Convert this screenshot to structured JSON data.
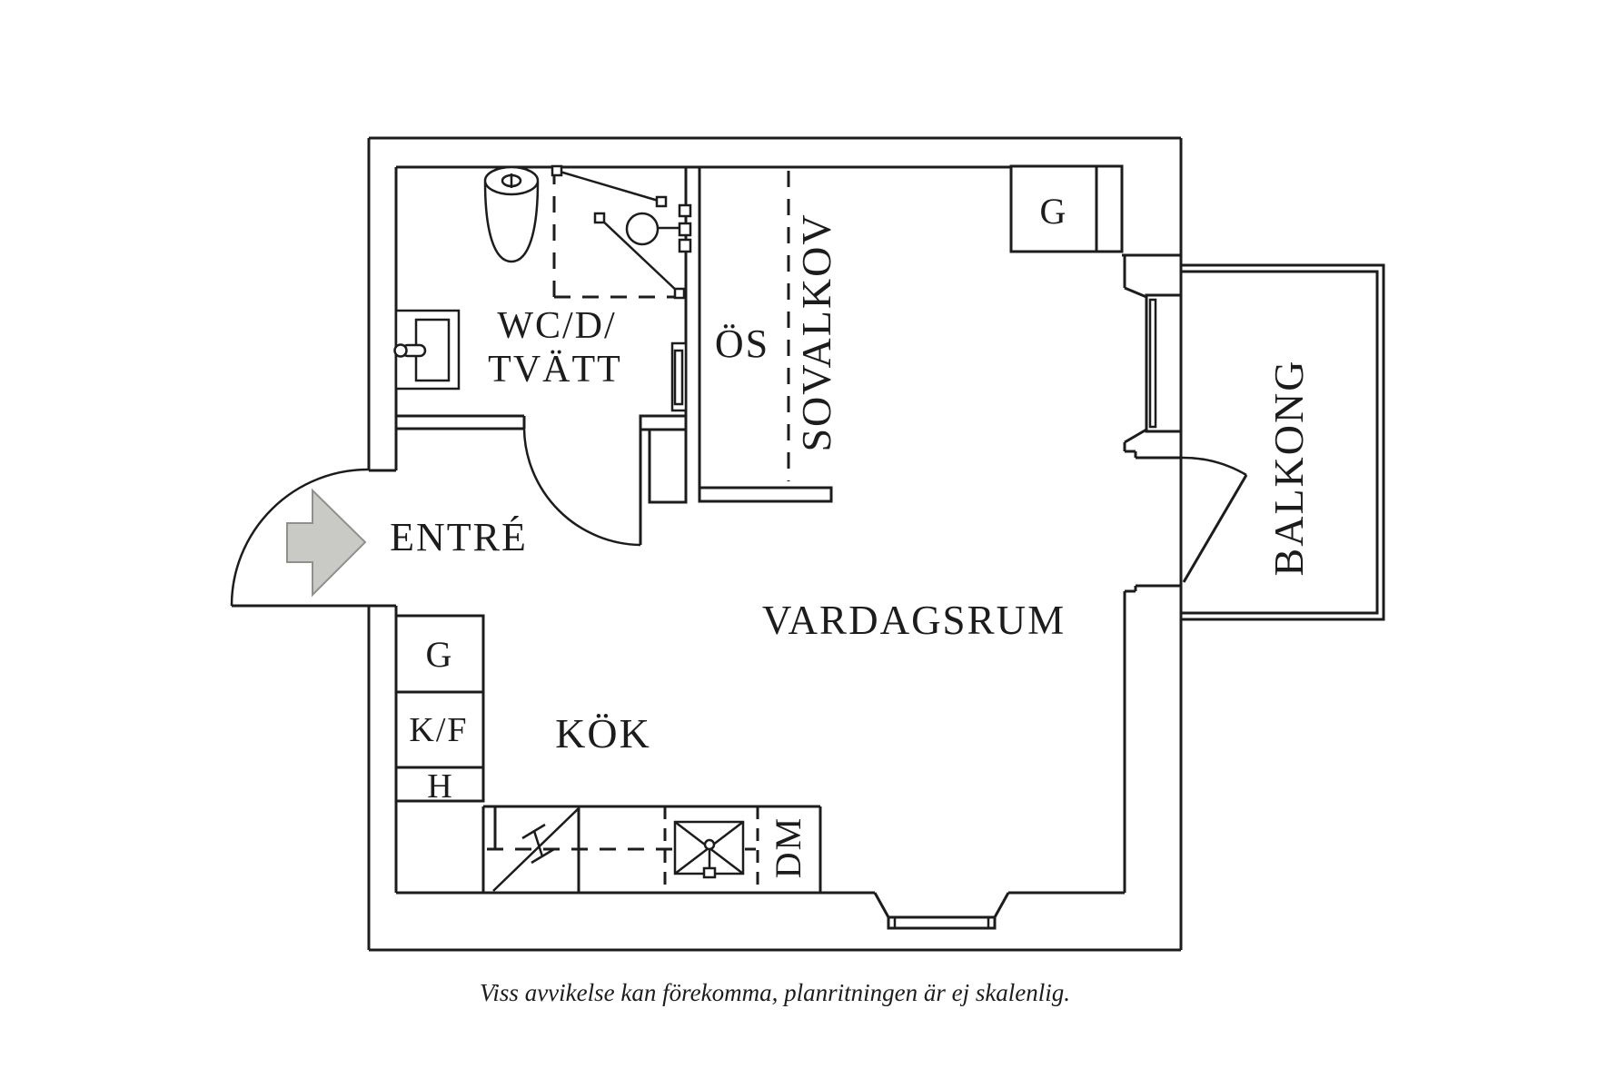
{
  "floorplan": {
    "rooms": {
      "bathroom_line1": "WC/D/",
      "bathroom_line2": "TVÄTT",
      "alcove_abbr": "ÖS",
      "alcove": "SOVALKOV",
      "entrance": "ENTRÉ",
      "living_room": "VARDAGSRUM",
      "kitchen": "KÖK",
      "balcony": "BALKONG"
    },
    "fixtures": {
      "wardrobe_top": "G",
      "wardrobe_hall": "G",
      "fridge_freezer": "K/F",
      "shelf": "H",
      "dishwasher": "DM"
    },
    "caption": "Viss avvikelse kan förekomma, planritningen är ej skalenlig.",
    "colors": {
      "line": "#1c1c1c",
      "background": "#ffffff",
      "arrow_fill": "#c9c9c6",
      "arrow_outline": "#8f8f8c"
    }
  }
}
